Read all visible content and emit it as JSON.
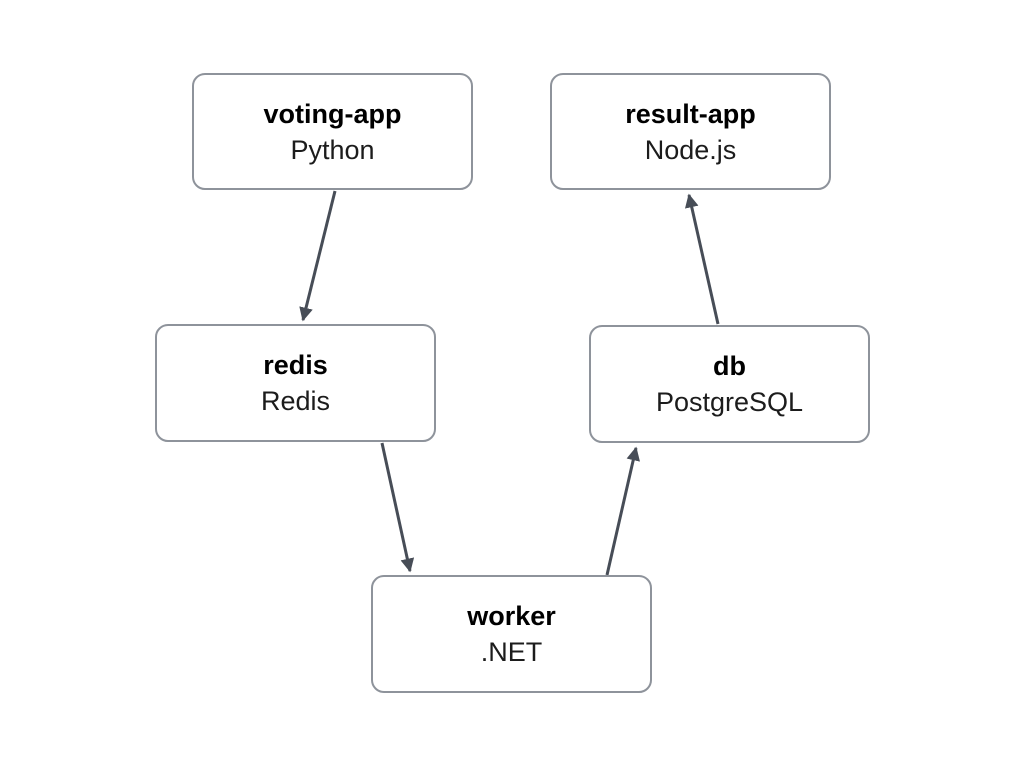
{
  "diagram": {
    "background": "#ffffff",
    "colors": {
      "node_border": "#8e939b",
      "node_fill": "#ffffff",
      "arrow": "#474d57",
      "title_text": "#000000",
      "subtitle_text": "#1c1c1c"
    },
    "nodes": [
      {
        "id": "voting-app",
        "title": "voting-app",
        "subtitle": "Python"
      },
      {
        "id": "result-app",
        "title": "result-app",
        "subtitle": "Node.js"
      },
      {
        "id": "redis",
        "title": "redis",
        "subtitle": "Redis"
      },
      {
        "id": "db",
        "title": "db",
        "subtitle": "PostgreSQL"
      },
      {
        "id": "worker",
        "title": "worker",
        "subtitle": ".NET"
      }
    ],
    "edges": [
      {
        "from": "voting-app",
        "to": "redis"
      },
      {
        "from": "redis",
        "to": "worker"
      },
      {
        "from": "worker",
        "to": "db"
      },
      {
        "from": "db",
        "to": "result-app"
      }
    ]
  }
}
